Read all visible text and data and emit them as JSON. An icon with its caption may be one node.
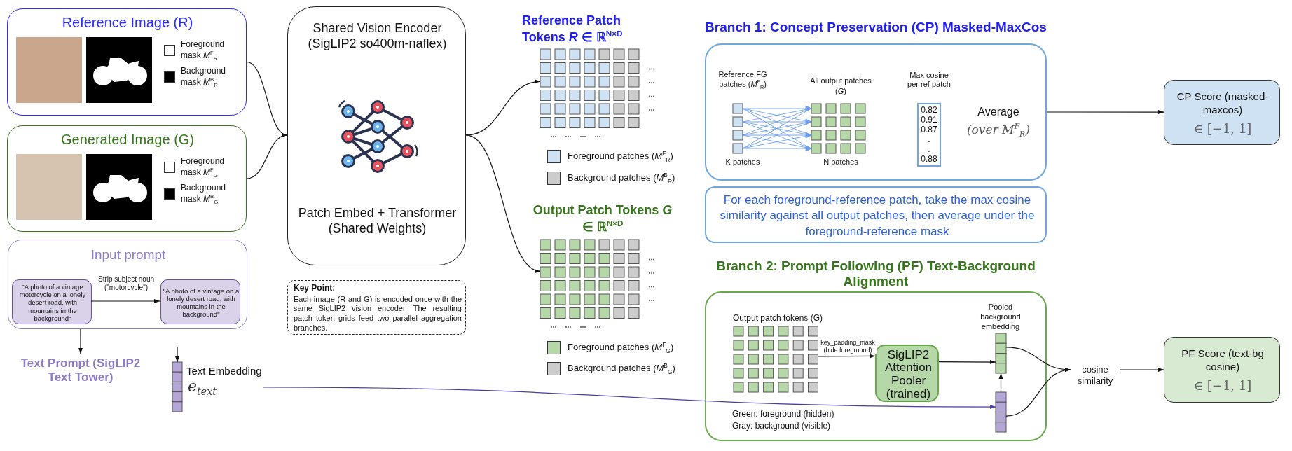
{
  "diagram": {
    "nodes": [
      {
        "text": [
          "Reference Image (R)"
        ]
      },
      {
        "text": [
          "Generated Image (G)"
        ]
      },
      {
        "text": [
          "Input prompt"
        ]
      },
      {
        "text": [
          "\"A photo of a vintage motorcycle on a lonely desert road, with mountains in the background\""
        ],
        "in": 2
      },
      {
        "text": [
          "\"A photo of a vintage on a lonely desert road, with mountains in the background\""
        ],
        "in": 2
      },
      {
        "text": [
          "Text Prompt (SigLIP2 Text Tower)"
        ]
      },
      {
        "text": [],
        "shape": "bar",
        "beside": [
          "Text Embedding",
          "e$_{text}$"
        ]
      },
      {
        "text": [
          "Shared Vision Encoder (SigLIP2 so400m-naflex)",
          "Patch Embed + Transformer (Shared Weights)"
        ]
      },
      {
        "text": [
          "Key Point:",
          "Each image (R and G) is encoded once with the same SigLIP2 vision encoder. The resulting patch token grids feed two parallel aggregation branches."
        ]
      },
      {
        "text": [
          "Reference Patch Tokens *R* ∈ ℝ$^{N×D}$"
        ]
      },
      {
        "text": [
          "Output Patch Tokens *G* ∈ ℝ$^{N×D}$"
        ]
      },
      {
        "text": [
          "Branch 1: Concept Preservation (CP) Masked-MaxCos"
        ]
      },
      {
        "text": [
          "Reference FG patches (*M*$^{F}$$_{R}$)",
          "K patches"
        ],
        "in": 11
      },
      {
        "text": [
          "All output patches (*G*)",
          "N patches"
        ],
        "in": 11
      },
      {
        "text": [
          "Max cosine per ref patch",
          "0.82",
          "0.91",
          "0.87",
          ".",
          ".",
          "0.88"
        ],
        "in": 11
      },
      {
        "text": [
          "Average",
          "(over M$^{F}$$_{R}$)"
        ],
        "in": 11
      },
      {
        "text": [
          "CP Score (masked-maxcos)",
          "∈ [−1, 1]"
        ]
      },
      {
        "text": [
          "For each foreground-reference patch, take the max cosine similarity against all output patches, then average under the foreground-reference mask"
        ]
      },
      {
        "text": [
          "Branch 2: Prompt Following (PF) Text-Background Alignment"
        ]
      },
      {
        "text": [
          "Output patch tokens (G)"
        ],
        "in": 18
      },
      {
        "text": [
          "SigLIP2 Attention Pooler (trained)"
        ],
        "in": 18
      },
      {
        "text": [
          "Pooled background embedding"
        ],
        "in": 18
      },
      {
        "text": [],
        "shape": "bar",
        "in": 18
      },
      {
        "text": [
          "cosine similarity"
        ]
      },
      {
        "text": [
          "PF Score (text-bg cosine)",
          "∈ [−1, 1]"
        ]
      }
    ],
    "edges": [
      {
        "from": 0,
        "to": 7,
        "arrow": "to"
      },
      {
        "from": 1,
        "to": 7,
        "arrow": "to"
      },
      {
        "from": 7,
        "to": 9,
        "arrow": "to"
      },
      {
        "from": 7,
        "to": 10,
        "arrow": "to"
      },
      {
        "from": 3,
        "to": 4,
        "arrow": "to",
        "label": "Strip subject noun (\"motorcycle\")"
      },
      {
        "from": 2,
        "to": 5,
        "arrow": "to"
      },
      {
        "from": null,
        "to": 6,
        "arrow": "to"
      },
      {
        "from": 6,
        "to": 22,
        "arrow": "to",
        "color": "#4b3f9e"
      },
      {
        "from": 12,
        "to": 13,
        "arrow": "to",
        "color": "#6d9eeb"
      },
      {
        "from": 11,
        "to": 16,
        "arrow": "to"
      },
      {
        "from": 19,
        "to": 20,
        "arrow": "to",
        "label": "key_padding_mask (hide foreground)"
      },
      {
        "from": 20,
        "to": 21,
        "arrow": "to"
      },
      {
        "from": 22,
        "to": 21,
        "arrow": "to"
      },
      {
        "from": 21,
        "to": 23,
        "arrow": "to"
      },
      {
        "from": 22,
        "to": 23,
        "arrow": "to"
      },
      {
        "from": 23,
        "to": 24,
        "arrow": "to"
      }
    ],
    "labels": [
      "Green: foreground (hidden)",
      "Gray: background (visible)"
    ],
    "legend": [
      {
        "text": "Foreground mask *M*$^{F}$$_{R}$",
        "color": "#ffffff"
      },
      {
        "text": "Background mask *M*$^{B}$$_{R}$",
        "color": "#000000"
      },
      {
        "text": "Foreground mask *M*$^{F}$$_{G}$",
        "color": "#ffffff"
      },
      {
        "text": "Background mask *M*$^{B}$$_{G}$",
        "color": "#000000"
      },
      {
        "text": "Foreground patches (*M*$^{F}$$_{R}$)",
        "color": "#cfe2f3"
      },
      {
        "text": "Background patches (*M*$^{B}$$_{R}$)",
        "color": "#cccccc"
      },
      {
        "text": "Foreground patches (*M*$^{F}$$_{G}$)",
        "color": "#b6d7a8"
      },
      {
        "text": "Background patches (*M*$^{B}$$_{G}$)",
        "color": "#cccccc"
      }
    ]
  }
}
